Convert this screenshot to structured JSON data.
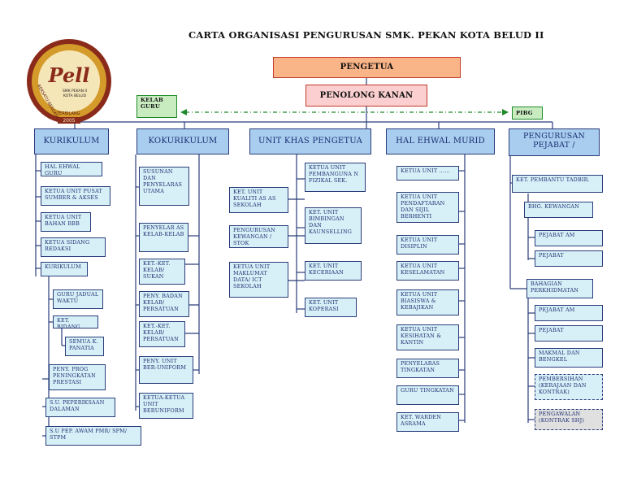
{
  "title": "CARTA ORGANISASI PENGURUSAN SMK. PEKAN KOTA BELUD II",
  "logo": {
    "mark": "Pell",
    "line1": "SMK PEKAN II",
    "line2": "KOTA BELUD",
    "motto": "BERSATU BERDAYA",
    "motto2": "TERBILANG",
    "year": "2005"
  },
  "top": {
    "principal": "PENGETUA",
    "deputy": "PENOLONG KANAN"
  },
  "side": {
    "left": "KELAB GURU",
    "right": "PIBG"
  },
  "columns": [
    {
      "title": "KURIKULUM",
      "items": [
        "HAL EHWAL GURU",
        "KETUA UNIT PUSAT SUMBER & AKSES",
        "KETUA UNIT BAHAN BBB",
        "KETUA SIDANG REDAKSI",
        "KURIKULUM"
      ],
      "subs": [
        "GURU JADUAL WAKTU",
        "KET. BIDANG",
        "SEMUA K. PANATIA",
        "PENY. PROG PENINGKATAN PRESTASI",
        "S.U. PEPERIKSAAN DALAMAN",
        "S.U PEP. AWAM PMR/ SPM/ STPM"
      ]
    },
    {
      "title": "KOKURIKULUM",
      "items": [
        "SUSUNAN DAN PENYELARAS UTAMA",
        "PENYELAR AS KELAB-KELAB",
        "KET.-KET. KELAB/ SUKAN",
        "PENY. BADAN KELAB/ PERSATUAN",
        "KET.-KET. KELAB/ PERSATUAN",
        "PENY. UNIT BER-UNIFORM",
        "KETUA-KETUA UNIT BERUNIFORM"
      ]
    },
    {
      "title": "UNIT KHAS PENGETUA",
      "left": [
        "KET. UNIT KUALITI AS AS SEKOLAH",
        "PENGURUSAN KEWANGAN / STOK",
        "KETUA UNIT MAKLUMAT DATA/ ICT SEKOLAH"
      ],
      "right": [
        "KETUA UNIT PEMBANGUNA N FIZIKAL SEK.",
        "KET. UNIT BIMBINGAN DAN KAUNSELLING",
        "KET. UNIT KECERIAAN",
        "KET. UNIT KOPERASI"
      ]
    },
    {
      "title": "HAL EHWAL MURID",
      "items": [
        "KETUA UNIT ......",
        "KETUA UNIT PENDAFTARAN DAN SIJIL BERHENTI",
        "KETUA UNIT DISIPLIN",
        "KETUA UNIT KESELAMATAN",
        "KETUA UNIT BIASISWA & KEBAJIKAN",
        "KETUA UNIT KESIHATAN & KANTIN",
        "PENYELARAS TINGKATAN",
        "GURU TINGKATAN",
        "KET. WARDEN ASRAMA"
      ]
    },
    {
      "title": "PENGURUSAN PEJABAT /",
      "items": [
        "KET. PEMBANTU TADBIR.",
        "BHG. KEWANGAN",
        "PEJABAT AM",
        "PEJABAT",
        "BAHAGIAN PERKHIDMATAN",
        "PEJABAT AM",
        "PEJABAT",
        "MAKMAL DAN BENGKEL",
        "PEMBERSIHAN (KERAJAAN DAN KONTRAK)",
        "PENGAWALAN (KONTRAK SHJ)"
      ]
    }
  ]
}
